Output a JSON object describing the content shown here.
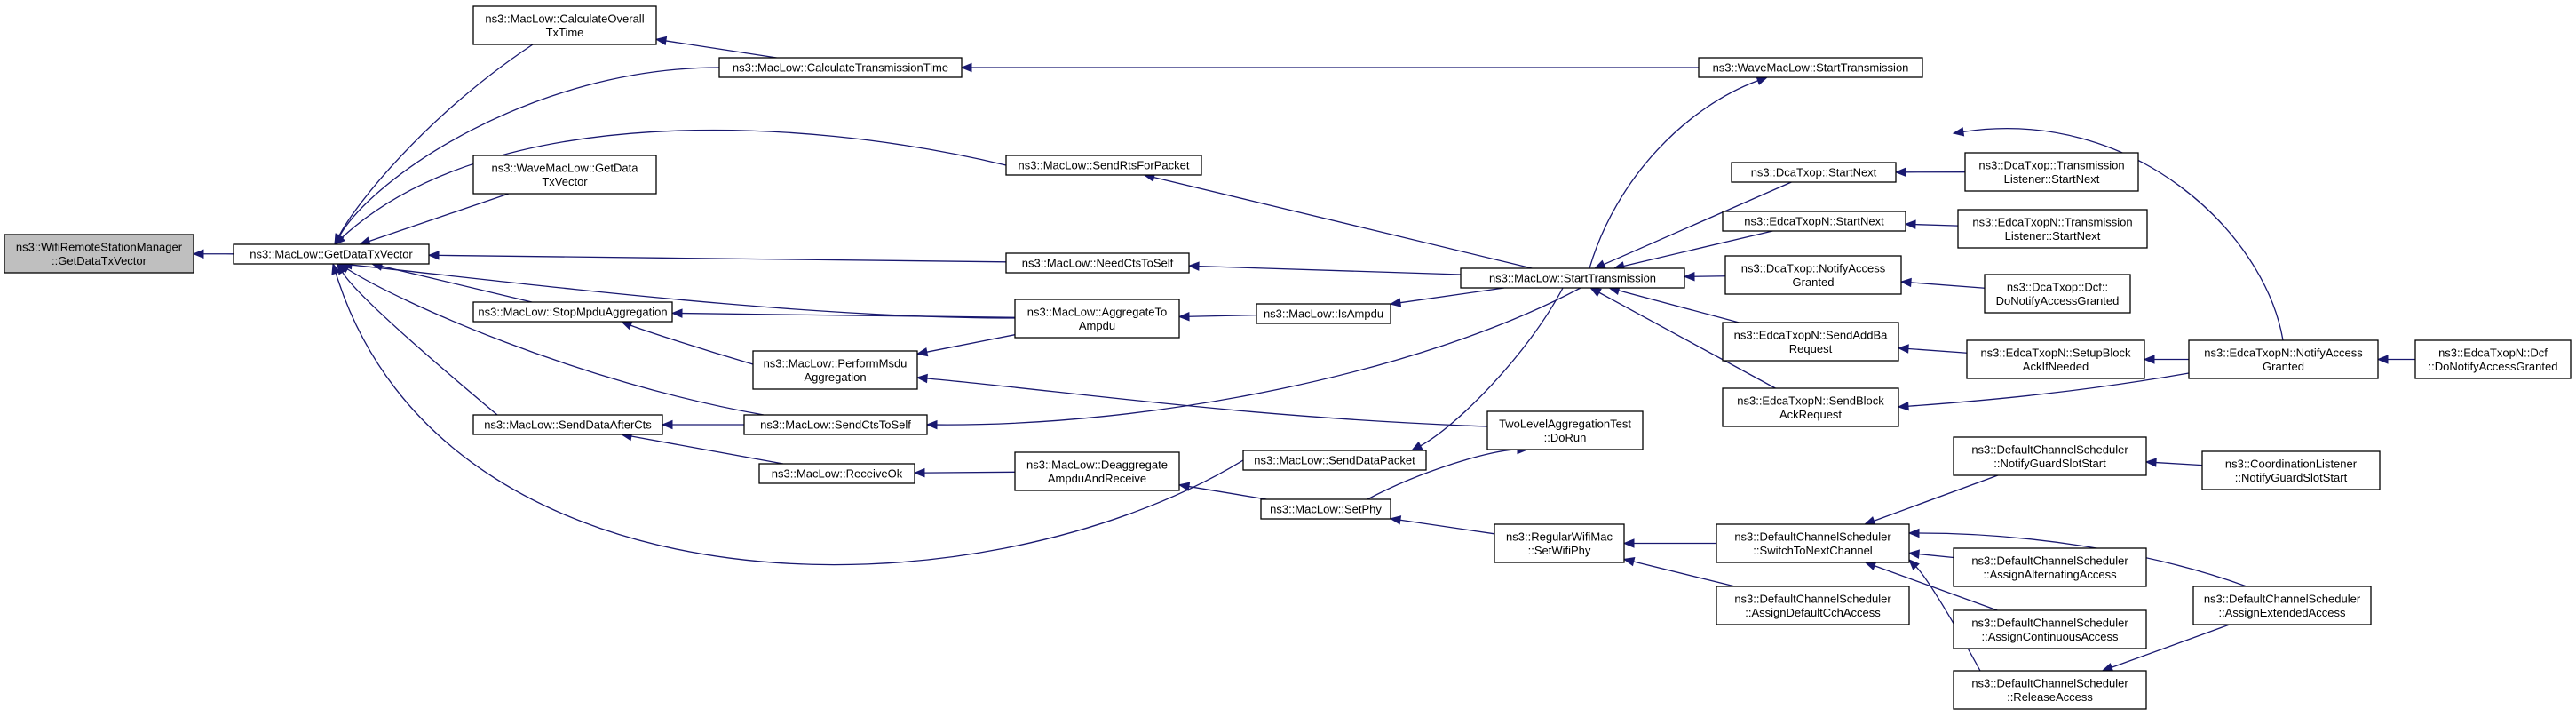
{
  "graph": {
    "title": "",
    "edge_color": "#191970",
    "root_fill": "#bfbfbf",
    "node_fill": "#ffffff",
    "nodes": [
      {
        "id": "root",
        "lines": [
          "ns3::WifiRemoteStationManager",
          "::GetDataTxVector"
        ],
        "root": true
      },
      {
        "id": "getdata",
        "lines": [
          "ns3::MacLow::GetDataTxVector"
        ]
      },
      {
        "id": "calcoverall",
        "lines": [
          "ns3::MacLow::CalculateOverall",
          "TxTime"
        ]
      },
      {
        "id": "calctrans",
        "lines": [
          "ns3::MacLow::CalculateTransmissionTime"
        ]
      },
      {
        "id": "wavestart",
        "lines": [
          "ns3::WaveMacLow::StartTransmission"
        ]
      },
      {
        "id": "wavegetdata",
        "lines": [
          "ns3::WaveMacLow::GetData",
          "TxVector"
        ]
      },
      {
        "id": "sendrts",
        "lines": [
          "ns3::MacLow::SendRtsForPacket"
        ]
      },
      {
        "id": "needcts",
        "lines": [
          "ns3::MacLow::NeedCtsToSelf"
        ]
      },
      {
        "id": "stopmpdu",
        "lines": [
          "ns3::MacLow::StopMpduAggregation"
        ]
      },
      {
        "id": "aggregate",
        "lines": [
          "ns3::MacLow::AggregateTo",
          "Ampdu"
        ]
      },
      {
        "id": "isampdu",
        "lines": [
          "ns3::MacLow::IsAmpdu"
        ]
      },
      {
        "id": "performmsdu",
        "lines": [
          "ns3::MacLow::PerformMsdu",
          "Aggregation"
        ]
      },
      {
        "id": "senddataaftercts",
        "lines": [
          "ns3::MacLow::SendDataAfterCts"
        ]
      },
      {
        "id": "sendctstoself",
        "lines": [
          "ns3::MacLow::SendCtsToSelf"
        ]
      },
      {
        "id": "receiveok",
        "lines": [
          "ns3::MacLow::ReceiveOk"
        ]
      },
      {
        "id": "deaggregate",
        "lines": [
          "ns3::MacLow::Deaggregate",
          "AmpduAndReceive"
        ]
      },
      {
        "id": "senddatapacket",
        "lines": [
          "ns3::MacLow::SendDataPacket"
        ]
      },
      {
        "id": "setphy",
        "lines": [
          "ns3::MacLow::SetPhy"
        ]
      },
      {
        "id": "twolevel",
        "lines": [
          "TwoLevelAggregationTest",
          "::DoRun"
        ]
      },
      {
        "id": "startrans",
        "lines": [
          "ns3::MacLow::StartTransmission"
        ]
      },
      {
        "id": "regularwifi",
        "lines": [
          "ns3::RegularWifiMac",
          "::SetWifiPhy"
        ]
      },
      {
        "id": "dcastartnext",
        "lines": [
          "ns3::DcaTxop::StartNext"
        ]
      },
      {
        "id": "edcastartnext",
        "lines": [
          "ns3::EdcaTxopN::StartNext"
        ]
      },
      {
        "id": "dcanotify",
        "lines": [
          "ns3::DcaTxop::NotifyAccess",
          "Granted"
        ]
      },
      {
        "id": "edcasendaddba",
        "lines": [
          "ns3::EdcaTxopN::SendAddBa",
          "Request"
        ]
      },
      {
        "id": "edcasendblock",
        "lines": [
          "ns3::EdcaTxopN::SendBlock",
          "AckRequest"
        ]
      },
      {
        "id": "dcatranslistener",
        "lines": [
          "ns3::DcaTxop::Transmission",
          "Listener::StartNext"
        ]
      },
      {
        "id": "edcatranslistener",
        "lines": [
          "ns3::EdcaTxopN::Transmission",
          "Listener::StartNext"
        ]
      },
      {
        "id": "dcadcf",
        "lines": [
          "ns3::DcaTxop::Dcf::",
          "DoNotifyAccessGranted"
        ]
      },
      {
        "id": "edcasetupblock",
        "lines": [
          "ns3::EdcaTxopN::SetupBlock",
          "AckIfNeeded"
        ]
      },
      {
        "id": "edcanotify",
        "lines": [
          "ns3::EdcaTxopN::NotifyAccess",
          "Granted"
        ]
      },
      {
        "id": "edcadcf",
        "lines": [
          "ns3::EdcaTxopN::Dcf",
          "::DoNotifyAccessGranted"
        ]
      },
      {
        "id": "switchchannel",
        "lines": [
          "ns3::DefaultChannelScheduler",
          "::SwitchToNextChannel"
        ]
      },
      {
        "id": "assigndefault",
        "lines": [
          "ns3::DefaultChannelScheduler",
          "::AssignDefaultCchAccess"
        ]
      },
      {
        "id": "notifyguard",
        "lines": [
          "ns3::DefaultChannelScheduler",
          "::NotifyGuardSlotStart"
        ]
      },
      {
        "id": "coordlistener",
        "lines": [
          "ns3::CoordinationListener",
          "::NotifyGuardSlotStart"
        ]
      },
      {
        "id": "assignalt",
        "lines": [
          "ns3::DefaultChannelScheduler",
          "::AssignAlternatingAccess"
        ]
      },
      {
        "id": "assigncont",
        "lines": [
          "ns3::DefaultChannelScheduler",
          "::AssignContinuousAccess"
        ]
      },
      {
        "id": "releaseaccess",
        "lines": [
          "ns3::DefaultChannelScheduler",
          "::ReleaseAccess"
        ]
      },
      {
        "id": "assignext",
        "lines": [
          "ns3::DefaultChannelScheduler",
          "::AssignExtendedAccess"
        ]
      }
    ],
    "edges": [
      {
        "from": "getdata",
        "to": "root"
      },
      {
        "from": "calcoverall",
        "to": "getdata"
      },
      {
        "from": "calctrans",
        "to": "getdata"
      },
      {
        "from": "sendrts",
        "to": "getdata"
      },
      {
        "from": "wavegetdata",
        "to": "getdata"
      },
      {
        "from": "needcts",
        "to": "getdata"
      },
      {
        "from": "stopmpdu",
        "to": "getdata"
      },
      {
        "from": "aggregate",
        "to": "getdata"
      },
      {
        "from": "senddataaftercts",
        "to": "getdata"
      },
      {
        "from": "sendctstoself",
        "to": "getdata"
      },
      {
        "from": "senddatapacket",
        "to": "getdata"
      },
      {
        "from": "calctrans",
        "to": "calcoverall"
      },
      {
        "from": "wavestart",
        "to": "calctrans"
      },
      {
        "from": "startrans",
        "to": "wavestart"
      },
      {
        "from": "startrans",
        "to": "sendrts"
      },
      {
        "from": "startrans",
        "to": "needcts"
      },
      {
        "from": "aggregate",
        "to": "stopmpdu"
      },
      {
        "from": "performmsdu",
        "to": "stopmpdu"
      },
      {
        "from": "isampdu",
        "to": "aggregate"
      },
      {
        "from": "startrans",
        "to": "isampdu"
      },
      {
        "from": "aggregate",
        "to": "performmsdu"
      },
      {
        "from": "twolevel",
        "to": "performmsdu"
      },
      {
        "from": "startrans",
        "to": "sendctstoself"
      },
      {
        "from": "sendctstoself",
        "to": "senddataaftercts"
      },
      {
        "from": "receiveok",
        "to": "senddataaftercts"
      },
      {
        "from": "deaggregate",
        "to": "receiveok"
      },
      {
        "from": "setphy",
        "to": "deaggregate"
      },
      {
        "from": "startrans",
        "to": "senddatapacket"
      },
      {
        "from": "regularwifi",
        "to": "setphy"
      },
      {
        "from": "setphy",
        "to": "twolevel"
      },
      {
        "from": "dcastartnext",
        "to": "startrans"
      },
      {
        "from": "edcastartnext",
        "to": "startrans"
      },
      {
        "from": "dcanotify",
        "to": "startrans"
      },
      {
        "from": "edcasendaddba",
        "to": "startrans"
      },
      {
        "from": "edcasendblock",
        "to": "startrans"
      },
      {
        "from": "edcanotify",
        "to": "startrans"
      },
      {
        "from": "dcatranslistener",
        "to": "dcastartnext"
      },
      {
        "from": "edcatranslistener",
        "to": "edcastartnext"
      },
      {
        "from": "dcadcf",
        "to": "dcanotify"
      },
      {
        "from": "edcasetupblock",
        "to": "edcasendaddba"
      },
      {
        "from": "edcanotify",
        "to": "edcasetupblock"
      },
      {
        "from": "edcanotify",
        "to": "edcasendblock"
      },
      {
        "from": "edcadcf",
        "to": "edcanotify"
      },
      {
        "from": "switchchannel",
        "to": "regularwifi"
      },
      {
        "from": "assigndefault",
        "to": "regularwifi"
      },
      {
        "from": "notifyguard",
        "to": "switchchannel"
      },
      {
        "from": "assignalt",
        "to": "switchchannel"
      },
      {
        "from": "assigncont",
        "to": "switchchannel"
      },
      {
        "from": "releaseaccess",
        "to": "switchchannel"
      },
      {
        "from": "assignext",
        "to": "switchchannel"
      },
      {
        "from": "coordlistener",
        "to": "notifyguard"
      },
      {
        "from": "assignext",
        "to": "releaseaccess"
      }
    ]
  }
}
